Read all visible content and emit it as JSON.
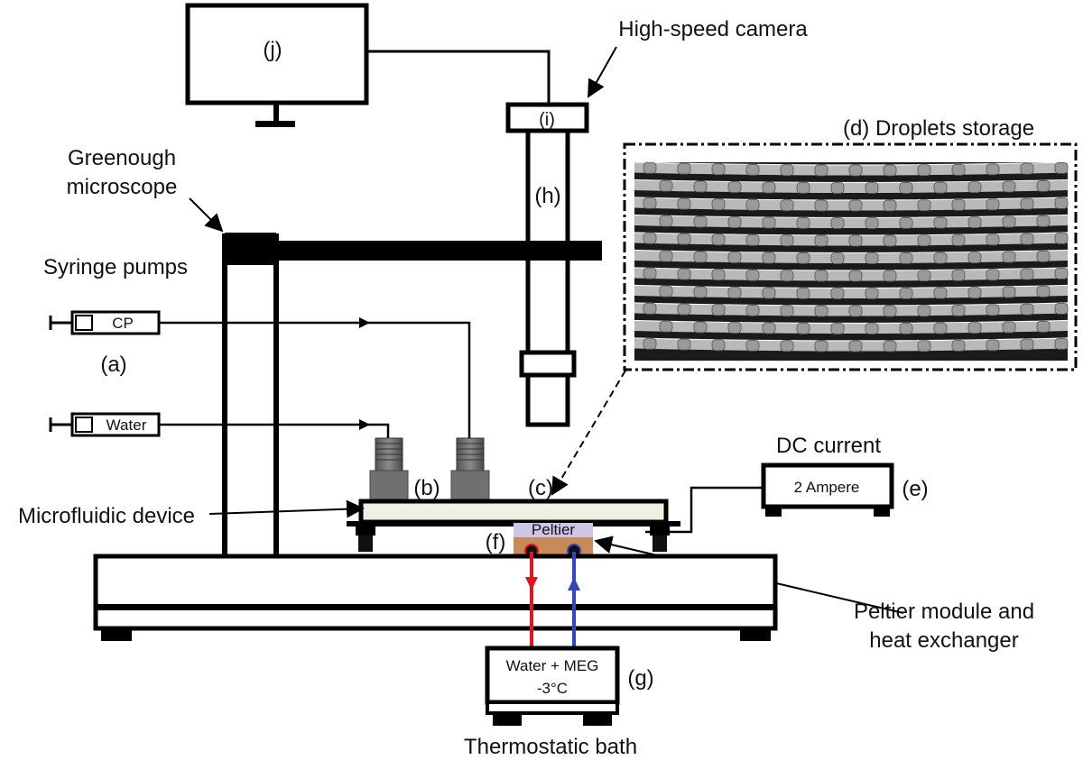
{
  "labels": {
    "high_speed_camera": "High-speed camera",
    "monitor": "(j)",
    "camera_ref": "(i)",
    "tube_ref": "(h)",
    "droplets_storage": "(d)  Droplets storage",
    "greenough_line1": "Greenough",
    "greenough_line2": "microscope",
    "syringe_pumps": "Syringe pumps",
    "syringe_cp": "CP",
    "syringe_ref": "(a)",
    "syringe_water": "Water",
    "dc_current": "DC current",
    "dc_value": "2 Ampere",
    "dc_ref": "(e)",
    "microfluidic_device": "Microfluidic device",
    "connector_ref": "(b)",
    "chip_ref": "(c)",
    "peltier": "Peltier",
    "peltier_ref": "(f)",
    "peltier_line1": "Peltier module and",
    "peltier_line2": "heat exchanger",
    "bath_line1": "Water + MEG",
    "bath_line2": "-3°C",
    "bath_ref": "(g)",
    "thermostatic_bath": "Thermostatic bath"
  },
  "colors": {
    "stroke": "#000000",
    "hot_line": "#e0161b",
    "cold_line": "#3346b8",
    "peltier_fill": "#cfc6e6",
    "exchanger_fill": "#c98a5a",
    "chip_fill": "#eef1e2",
    "connector_fill": "#6e6e6e"
  }
}
